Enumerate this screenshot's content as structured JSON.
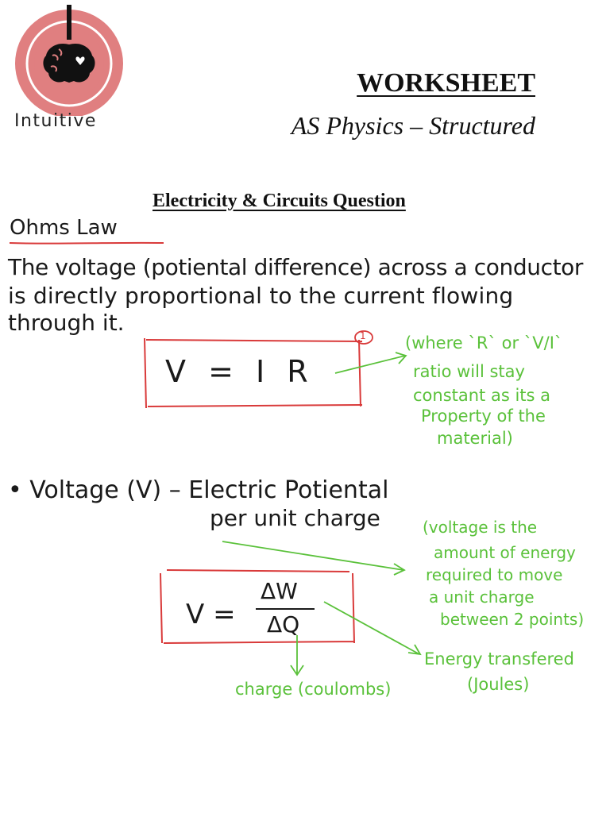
{
  "logo": {
    "text": "Intuitive"
  },
  "header": {
    "title": "WORKSHEET",
    "subtitle": "AS Physics – Structured"
  },
  "section": {
    "title": "Electricity & Circuits Question"
  },
  "notes": {
    "heading": "Ohms Law",
    "definition": [
      "The voltage (potiental difference) across a conductor",
      "is directly proportional to the current flowing",
      "through it."
    ],
    "ohm_formula": "V = I R",
    "marker": "1",
    "ohm_annotation": [
      "(where `R` or `V/I`",
      "ratio will stay",
      "constant as its a",
      "Property of the",
      "material)"
    ],
    "voltage_bullet": [
      "• Voltage (V) – Electric Potiental",
      "per unit charge"
    ],
    "voltage_annotation": [
      "(voltage is the",
      "amount of energy",
      "required to move",
      "a unit charge",
      "between 2 points)"
    ],
    "formula2": {
      "lhs": "V =",
      "numerator": "ΔW",
      "denominator": "ΔQ"
    },
    "charge_label": "charge (coulombs)",
    "energy_label": [
      "Energy transfered",
      "(Joules)"
    ]
  },
  "colors": {
    "logo_ring": "#e07f80",
    "box_red": "#d93a3a",
    "ink_green": "#5ac13a"
  }
}
